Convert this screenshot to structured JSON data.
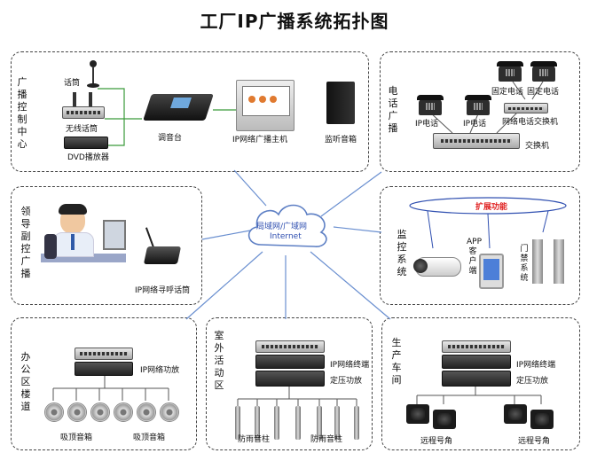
{
  "title": "工厂IP广播系统拓扑图",
  "network": {
    "line1": "局域网/广域网",
    "line2": "Internet"
  },
  "broadcast_center": {
    "zone_label": "广播控制中心",
    "mic": "话筒",
    "wireless_mic": "无线话筒",
    "dvd": "DVD播放器",
    "mixer": "调音台",
    "host": "IP网络广播主机",
    "monitor_speaker": "监听音箱"
  },
  "phone_broadcast": {
    "zone_label": "电话广播",
    "fixed_phone_1": "固定电话",
    "fixed_phone_2": "固定电话",
    "ip_phone_1": "IP电话",
    "ip_phone_2": "IP电话",
    "gateway": "网络电话交换机",
    "switch": "交换机"
  },
  "leader": {
    "zone_label": "领导副控广播",
    "paging_mic": "IP网络寻呼话筒"
  },
  "monitoring": {
    "zone_label": "监控系统",
    "extension": "扩展功能",
    "app": "APP客户端",
    "gate": "门禁系统"
  },
  "office": {
    "zone_label": "办公区楼道",
    "amplifier": "IP网络功放",
    "speaker_left": "吸顶音箱",
    "speaker_right": "吸顶音箱"
  },
  "outdoor": {
    "zone_label": "室外活动区",
    "terminal": "IP网络终端",
    "amplifier": "定压功放",
    "speaker_left": "防雨音柱",
    "speaker_right": "防雨音柱"
  },
  "workshop": {
    "zone_label": "生产车间",
    "terminal": "IP网络终端",
    "amplifier": "定压功放",
    "horn_left": "远程号角",
    "horn_right": "远程号角"
  },
  "colors": {
    "link_green": "#3a9a3a",
    "link_blue": "#6a8fd0",
    "extension_red": "#e02020",
    "dash": "#444444"
  }
}
